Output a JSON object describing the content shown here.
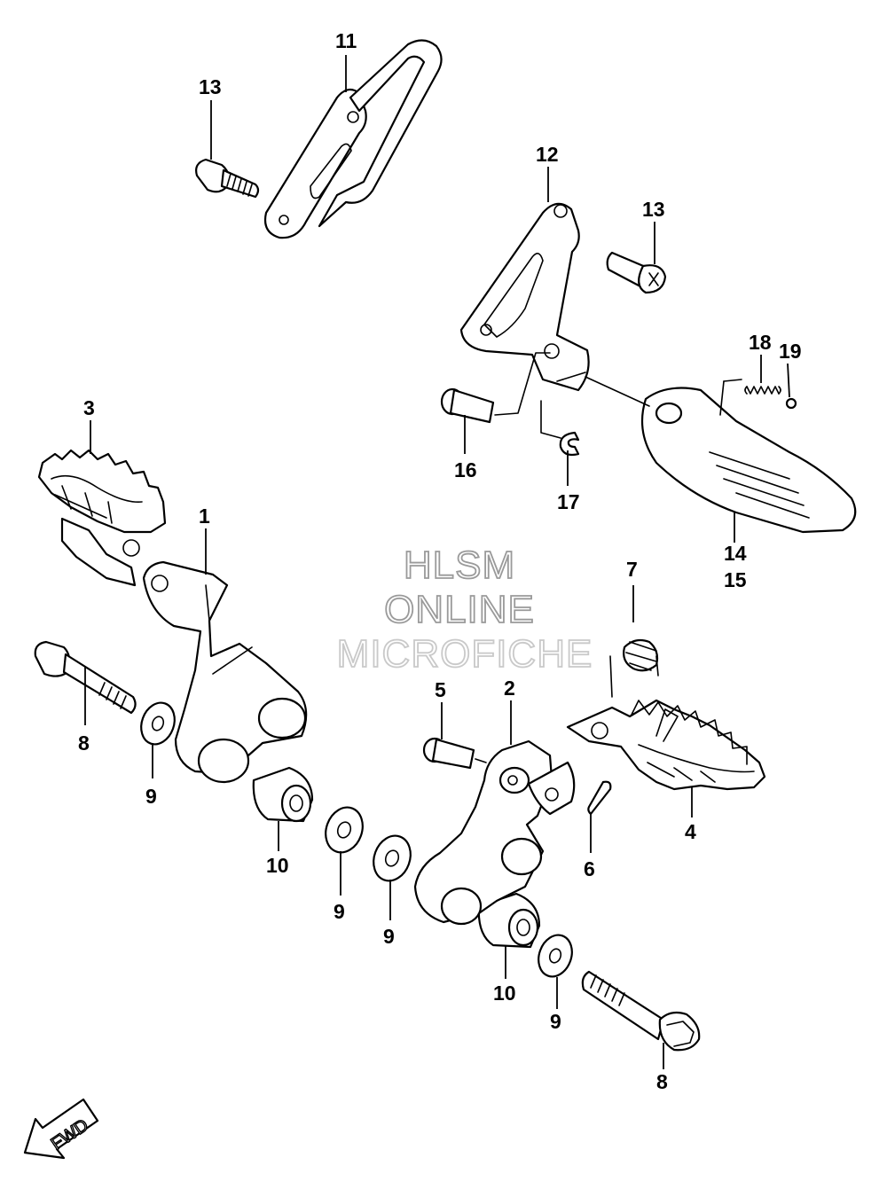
{
  "watermark": {
    "line1": "HLSM",
    "line2": "ONLINE",
    "line3": "MICROFICHE"
  },
  "fwd_label": "FWD",
  "callouts": {
    "c1": "1",
    "c2": "2",
    "c3": "3",
    "c4": "4",
    "c5": "5",
    "c6": "6",
    "c7": "7",
    "c8a": "8",
    "c8b": "8",
    "c9a": "9",
    "c9b": "9",
    "c9c": "9",
    "c9d": "9",
    "c10a": "10",
    "c10b": "10",
    "c11": "11",
    "c12": "12",
    "c13a": "13",
    "c13b": "13",
    "c14": "14",
    "c15": "15",
    "c16": "16",
    "c17": "17",
    "c18": "18",
    "c19": "19"
  }
}
